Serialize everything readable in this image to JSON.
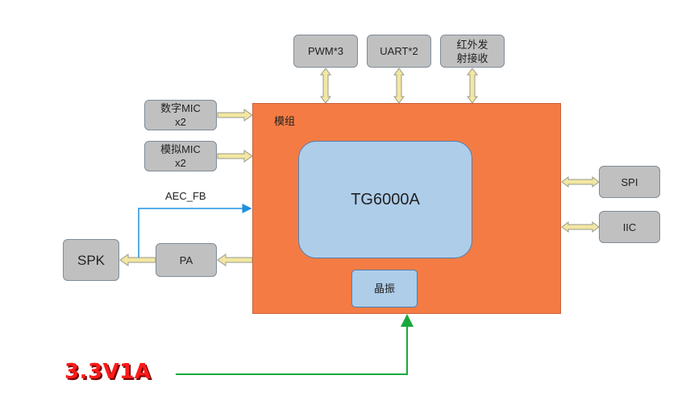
{
  "module": {
    "title": "模组",
    "chip_label": "TG6000A",
    "crystal_label": "晶振",
    "fill_color": "#f47c44",
    "chip_color": "#aecde9"
  },
  "top_peripherals": [
    {
      "label": "PWM*3"
    },
    {
      "label": "UART*2"
    },
    {
      "label": "红外发\n射接收"
    }
  ],
  "left_inputs": [
    {
      "label": "数字MIC\nx2"
    },
    {
      "label": "模拟MIC\nx2"
    }
  ],
  "right_peripherals": [
    {
      "label": "SPI"
    },
    {
      "label": "IIC"
    }
  ],
  "audio_out": {
    "pa_label": "PA",
    "speaker_label": "SPK",
    "feedback_label": "AEC_FB",
    "feedback_color": "#1e90e0"
  },
  "power": {
    "label": "3.3V1A",
    "color": "#ff1a1a",
    "line_color": "#19a83a"
  },
  "connector_color": "#f2e7a3"
}
